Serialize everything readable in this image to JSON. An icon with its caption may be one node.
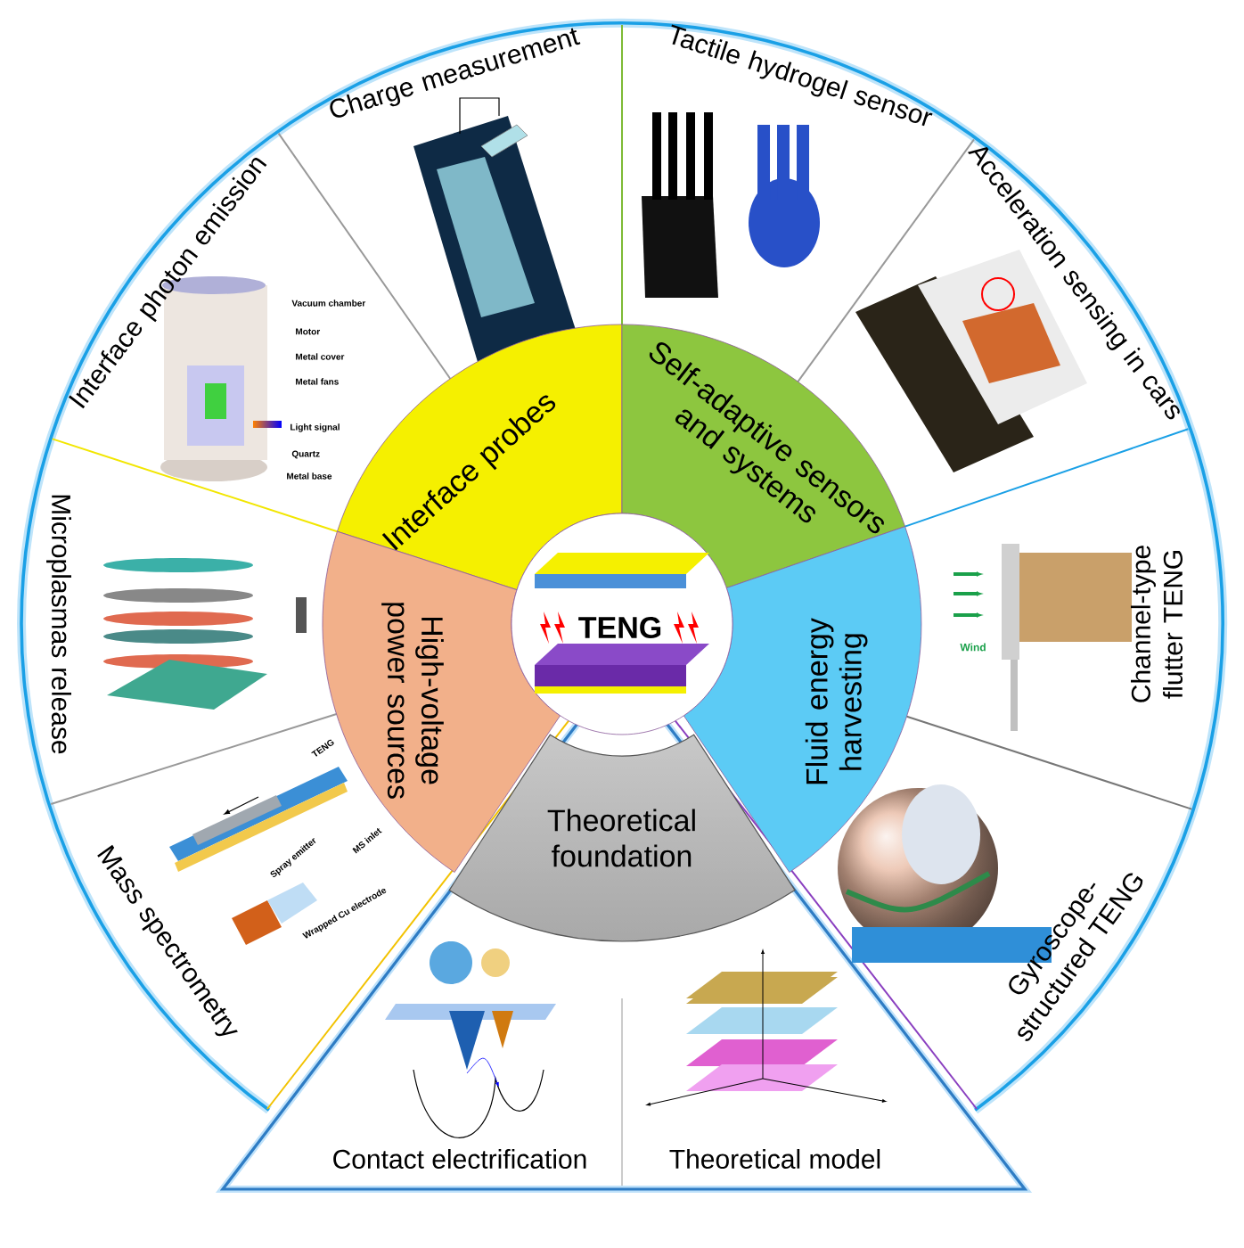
{
  "diagram": {
    "nodes": [
      {
        "text": [
          "TENG"
        ]
      },
      {
        "text": [
          "Interface probes"
        ]
      },
      {
        "text": [
          "Self-adaptive sensors and systems"
        ]
      },
      {
        "text": [
          "Fluid energy harvesting"
        ]
      },
      {
        "text": [
          "High-voltage power sources"
        ]
      },
      {
        "text": [
          "Theoretical foundation"
        ]
      },
      {
        "text": [
          "Charge measurement"
        ]
      },
      {
        "text": [
          "Tactile hydrogel sensor"
        ]
      },
      {
        "text": [
          "Acceleration sensing in cars"
        ]
      },
      {
        "text": [
          "Channel-type flutter TENG"
        ]
      },
      {
        "text": [
          "Gyroscope-structured TENG"
        ]
      },
      {
        "text": [
          "Mass spectrometry"
        ]
      },
      {
        "text": [
          "Microplasmas release"
        ]
      },
      {
        "text": [
          "Interface photon emission"
        ]
      },
      {
        "text": [
          "Contact electrification"
        ]
      },
      {
        "text": [
          "Theoretical model"
        ]
      }
    ],
    "labels": [
      "Vacuum chamber",
      "Motor",
      "Metal cover",
      "Metal fans",
      "Light signal",
      "Quartz",
      "Metal base",
      "TENG",
      "Spray emitter",
      "MS inlet",
      "Wrapped Cu electrode",
      "Wind"
    ]
  }
}
